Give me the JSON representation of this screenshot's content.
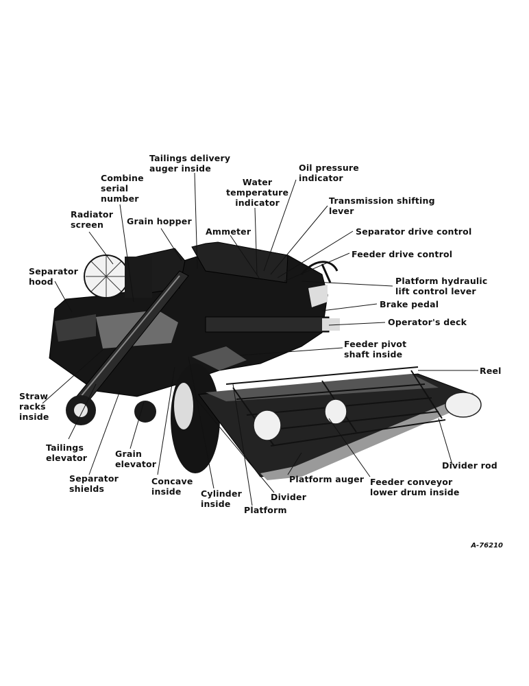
{
  "labels": {
    "tailings_delivery_auger": "Tailings delivery\nauger inside",
    "oil_pressure_indicator": "Oil pressure\nindicator",
    "combine_serial_number": "Combine\nserial\nnumber",
    "water_temperature_indicator": "Water\ntemperature\nindicator",
    "transmission_shifting_lever": "Transmission shifting\nlever",
    "radiator_screen": "Radiator\nscreen",
    "grain_hopper": "Grain hopper",
    "separator_drive_control": "Separator drive control",
    "ammeter": "Ammeter",
    "feeder_drive_control": "Feeder drive control",
    "separator_hood": "Separator\nhood",
    "platform_hydraulic_lift": "Platform hydraulic\nlift control lever",
    "brake_pedal": "Brake pedal",
    "operators_deck": "Operator's deck",
    "feeder_pivot_shaft": "Feeder pivot\nshaft inside",
    "reel": "Reel",
    "straw_racks": "Straw\nracks\ninside",
    "tailings_elevator": "Tailings\nelevator",
    "grain_elevator": "Grain\nelevator",
    "divider_rod": "Divider rod",
    "separator_shields": "Separator\nshields",
    "concave": "Concave\ninside",
    "platform_auger": "Platform auger",
    "feeder_conveyor": "Feeder conveyor\nlower drum inside",
    "cylinder": "Cylinder\ninside",
    "divider": "Divider",
    "platform": "Platform"
  },
  "figure_id": "A-76210"
}
